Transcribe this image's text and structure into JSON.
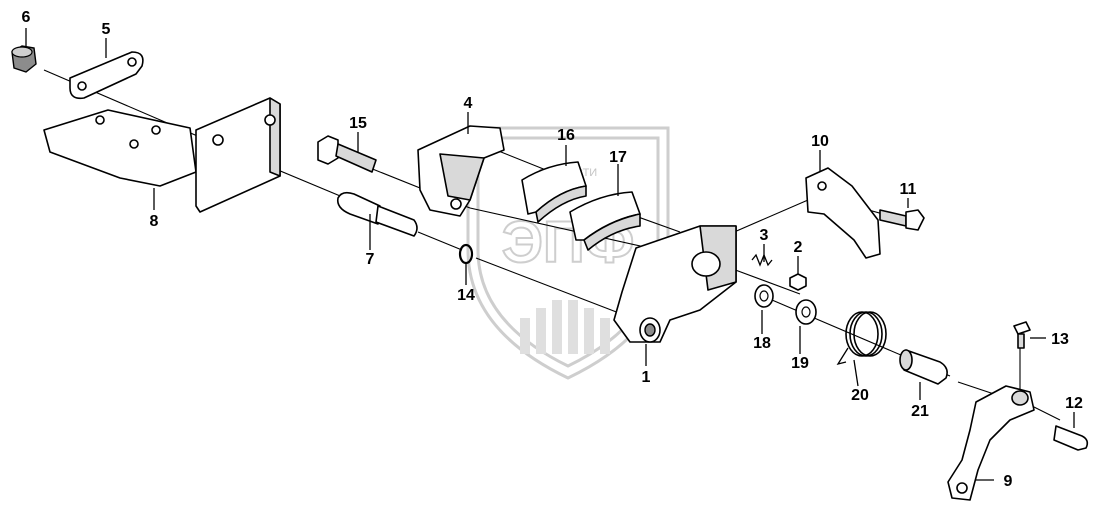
{
  "watermark": {
    "letters": "ЭПФ",
    "caption": "ЗАПЧАСТИ"
  },
  "callouts": [
    {
      "id": "c1",
      "text": "1"
    },
    {
      "id": "c2",
      "text": "2"
    },
    {
      "id": "c3",
      "text": "3"
    },
    {
      "id": "c4",
      "text": "4"
    },
    {
      "id": "c5",
      "text": "5"
    },
    {
      "id": "c6",
      "text": "6"
    },
    {
      "id": "c7",
      "text": "7"
    },
    {
      "id": "c8",
      "text": "8"
    },
    {
      "id": "c9",
      "text": "9"
    },
    {
      "id": "c10",
      "text": "10"
    },
    {
      "id": "c11",
      "text": "11"
    },
    {
      "id": "c12",
      "text": "12"
    },
    {
      "id": "c13",
      "text": "13"
    },
    {
      "id": "c14",
      "text": "14"
    },
    {
      "id": "c15",
      "text": "15"
    },
    {
      "id": "c16",
      "text": "16"
    },
    {
      "id": "c17",
      "text": "17"
    },
    {
      "id": "c18",
      "text": "18"
    },
    {
      "id": "c19",
      "text": "19"
    },
    {
      "id": "c20",
      "text": "20"
    },
    {
      "id": "c21",
      "text": "21"
    }
  ]
}
